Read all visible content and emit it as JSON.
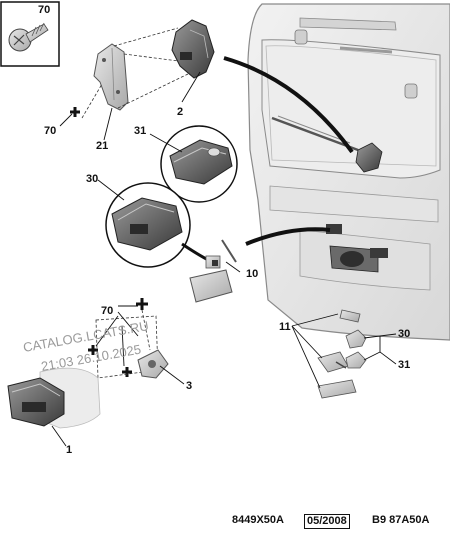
{
  "callouts": {
    "c70_inset": "70",
    "c2": "2",
    "c21": "21",
    "c70_left": "70",
    "c31_left": "31",
    "c30_left": "30",
    "c10": "10",
    "c70_bottom": "70",
    "c3": "3",
    "c1": "1",
    "c11": "11",
    "c30_right": "30",
    "c31_right": "31"
  },
  "watermark": {
    "line1": "CATALOG.LCATS.RU",
    "line2": "21:03 26.10.2025"
  },
  "footer": {
    "code_a": "8449X50A",
    "date": "05/2008",
    "code_b": "B9 87A50A"
  }
}
